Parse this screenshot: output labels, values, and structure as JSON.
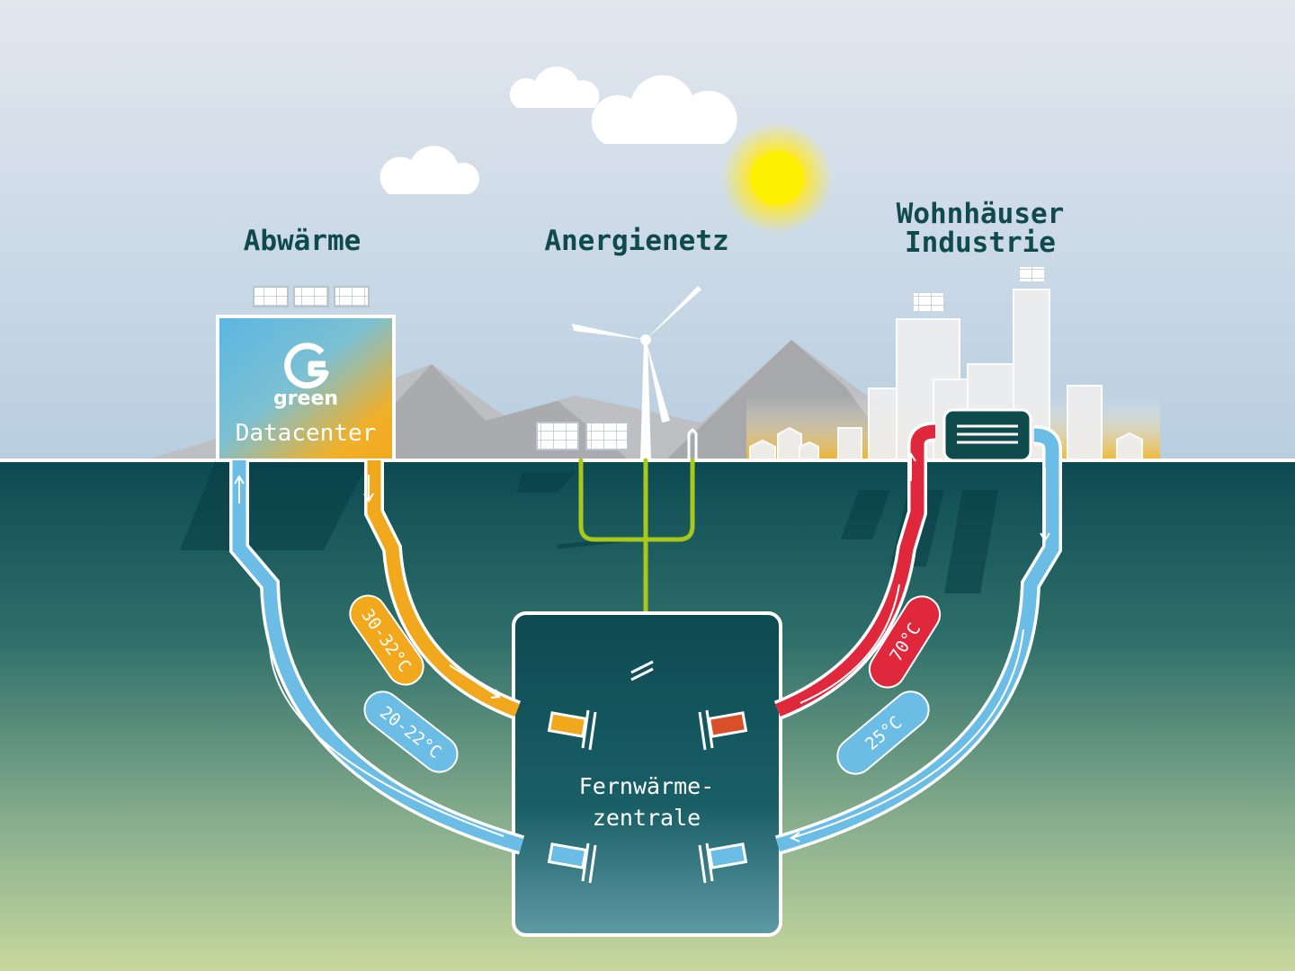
{
  "labels": {
    "abwaerme": "Abwärme",
    "anergienetz": "Anergienetz",
    "wohnhaeuser": "Wohnhäuser",
    "industrie": "Industrie",
    "datacenter": "Datacenter",
    "logo": "green",
    "fernwaerme_line1": "Fernwärme-",
    "fernwaerme_line2": "zentrale"
  },
  "temperatures": {
    "datacenter_supply": "30-32°C",
    "datacenter_return": "20-22°C",
    "homes_supply": "70°C",
    "homes_return": "25°C"
  },
  "colors": {
    "warm": "#f2a81d",
    "cold": "#6cbde6",
    "hot": "#e0283d",
    "grid": "#a8c81a",
    "dark": "#0f4a4c"
  },
  "icons": [
    "wind-turbine-icon",
    "solar-panel-icon",
    "sun-icon",
    "cloud-icon",
    "heat-exchanger-icon",
    "green-logo-icon"
  ]
}
